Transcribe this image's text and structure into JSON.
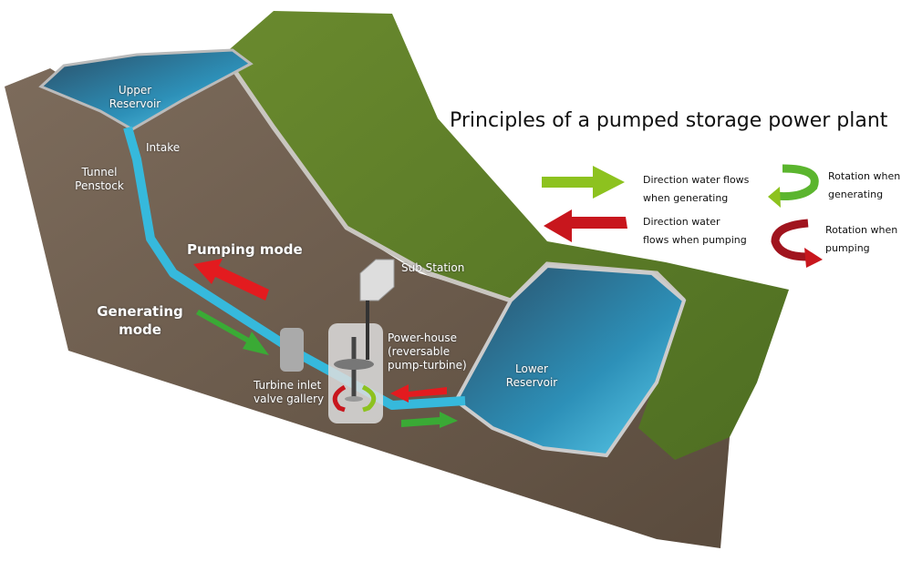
{
  "title": "Principles of a pumped storage power plant",
  "labels": {
    "upper_reservoir": "Upper Reservoir",
    "intake": "Intake",
    "tunnel_penstock": "Tunnel Penstock",
    "pumping_mode": "Pumping mode",
    "generating_mode": "Generating mode",
    "sub_station": "Sub Station",
    "power_house": "Power-house (reversable pump-turbine)",
    "turbine_inlet": "Turbine inlet valve gallery",
    "lower_reservoir": "Lower Reservoir"
  },
  "legend": [
    {
      "text": "Direction water flows when generating",
      "color": "#8dc21f"
    },
    {
      "text": "Direction water flows when pumping",
      "color": "#c8161d"
    },
    {
      "text": "Rotation when generating",
      "color": "#3aaa35"
    },
    {
      "text": "Rotation when pumping",
      "color": "#8b1020"
    }
  ],
  "colors": {
    "water": "#36b9dc",
    "rock": "#6b5a4a",
    "grass": "#5d7d2a",
    "red": "#d7161e",
    "green": "#3aaa35"
  }
}
